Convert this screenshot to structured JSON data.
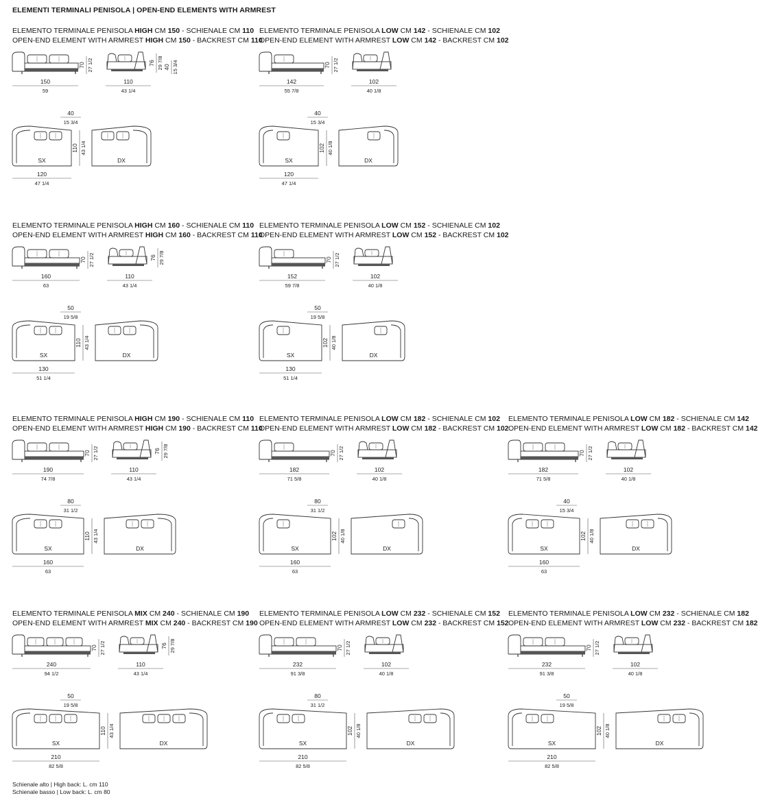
{
  "page_title": "ELEMENTI TERMINALI PENISOLA | OPEN-END ELEMENTS WITH ARMREST",
  "blocks": [
    {
      "it": [
        "ELEMENTO TERMINALE PENISOLA ",
        "HIGH",
        " CM ",
        "150",
        " - SCHIENALE CM ",
        "110"
      ],
      "en": [
        "OPEN-END ELEMENT WITH ARMREST ",
        "HIGH",
        " CM ",
        "150",
        " - BACKREST CM ",
        "110"
      ],
      "style": "high",
      "cushions": 2,
      "front_w": [
        "150",
        "59"
      ],
      "front_h": [
        "70",
        "27 1/2"
      ],
      "side_w": [
        "110",
        "43 1/4"
      ],
      "side_h": [
        "76",
        "29 7/8"
      ],
      "side_h2": [
        "40",
        "15 3/4"
      ],
      "depth_top": [
        "40",
        "15 3/4"
      ],
      "plan_w": [
        "120",
        "47 1/4"
      ],
      "plan_h": [
        "110",
        "43 1/4"
      ],
      "sx": "SX",
      "dx": "DX"
    },
    {
      "it": [
        "ELEMENTO TERMINALE PENISOLA ",
        "LOW",
        " CM ",
        "142",
        " - SCHIENALE CM ",
        "102"
      ],
      "en": [
        "OPEN-END ELEMENT WITH ARMREST ",
        "LOW",
        " CM ",
        "142",
        " - BACKREST CM ",
        "102"
      ],
      "style": "low",
      "cushions": 1,
      "front_w": [
        "142",
        "55 7/8"
      ],
      "front_h": [
        "70",
        "27 1/2"
      ],
      "side_w": [
        "102",
        "40 1/8"
      ],
      "side_h": null,
      "side_h2": null,
      "depth_top": [
        "40",
        "15 3/4"
      ],
      "plan_w": [
        "120",
        "47 1/4"
      ],
      "plan_h": [
        "102",
        "40 1/8"
      ],
      "sx": "SX",
      "dx": "DX"
    },
    {
      "it": [
        "ELEMENTO TERMINALE PENISOLA ",
        "HIGH",
        " CM ",
        "160",
        " - SCHIENALE CM ",
        "110"
      ],
      "en": [
        "OPEN-END ELEMENT WITH ARMREST ",
        "HIGH",
        " CM ",
        "160",
        " - BACKREST CM ",
        "110"
      ],
      "style": "high",
      "cushions": 2,
      "front_w": [
        "160",
        "63"
      ],
      "front_h": [
        "70",
        "27 1/2"
      ],
      "side_w": [
        "110",
        "43 1/4"
      ],
      "side_h": [
        "76",
        "29 7/8"
      ],
      "side_h2": null,
      "depth_top": [
        "50",
        "19 5/8"
      ],
      "plan_w": [
        "130",
        "51 1/4"
      ],
      "plan_h": [
        "110",
        "43 1/4"
      ],
      "sx": "SX",
      "dx": "DX"
    },
    {
      "it": [
        "ELEMENTO TERMINALE PENISOLA ",
        "LOW",
        " CM ",
        "152",
        " - SCHIENALE CM ",
        "102"
      ],
      "en": [
        "OPEN-END ELEMENT WITH ARMREST ",
        "LOW",
        " CM ",
        "152",
        " - BACKREST CM ",
        "102"
      ],
      "style": "low",
      "cushions": 1,
      "front_w": [
        "152",
        "59 7/8"
      ],
      "front_h": [
        "70",
        "27 1/2"
      ],
      "side_w": [
        "102",
        "40 1/8"
      ],
      "side_h": null,
      "side_h2": null,
      "depth_top": [
        "50",
        "19 5/8"
      ],
      "plan_w": [
        "130",
        "51 1/4"
      ],
      "plan_h": [
        "102",
        "40 1/8"
      ],
      "sx": "SX",
      "dx": "DX"
    },
    {
      "it": [
        "ELEMENTO TERMINALE PENISOLA ",
        "HIGH",
        " CM ",
        "190",
        " - SCHIENALE CM ",
        "110"
      ],
      "en": [
        "OPEN-END ELEMENT WITH ARMREST ",
        "HIGH",
        " CM ",
        "190",
        " - BACKREST CM ",
        "110"
      ],
      "style": "high",
      "cushions": 2,
      "front_w": [
        "190",
        "74 7/8"
      ],
      "front_h": [
        "70",
        "27 1/2"
      ],
      "side_w": [
        "110",
        "43 1/4"
      ],
      "side_h": [
        "76",
        "29 7/8"
      ],
      "side_h2": null,
      "depth_top": [
        "80",
        "31 1/2"
      ],
      "plan_w": [
        "160",
        "63"
      ],
      "plan_h": [
        "110",
        "43 1/4"
      ],
      "sx": "SX",
      "dx": "DX"
    },
    {
      "it": [
        "ELEMENTO TERMINALE PENISOLA ",
        "LOW",
        " CM ",
        "182",
        " - SCHIENALE CM ",
        "102"
      ],
      "en": [
        "OPEN-END ELEMENT WITH ARMREST ",
        "LOW",
        " CM ",
        "182",
        " - BACKREST CM ",
        "102"
      ],
      "style": "low",
      "cushions": 1,
      "front_w": [
        "182",
        "71 5/8"
      ],
      "front_h": [
        "70",
        "27 1/2"
      ],
      "side_w": [
        "102",
        "40 1/8"
      ],
      "side_h": null,
      "side_h2": null,
      "depth_top": [
        "80",
        "31 1/2"
      ],
      "plan_w": [
        "160",
        "63"
      ],
      "plan_h": [
        "102",
        "40 1/8"
      ],
      "sx": "SX",
      "dx": "DX"
    },
    {
      "it": [
        "ELEMENTO TERMINALE PENISOLA ",
        "LOW",
        " CM ",
        "182",
        " - SCHIENALE CM ",
        "142"
      ],
      "en": [
        "OPEN-END ELEMENT WITH ARMREST ",
        "LOW",
        " CM ",
        "182",
        " - BACKREST CM ",
        "142"
      ],
      "style": "low",
      "cushions": 2,
      "front_w": [
        "182",
        "71 5/8"
      ],
      "front_h": [
        "70",
        "27 1/2"
      ],
      "side_w": [
        "102",
        "40 1/8"
      ],
      "side_h": null,
      "side_h2": null,
      "depth_top": [
        "40",
        "15 3/4"
      ],
      "plan_w": [
        "160",
        "63"
      ],
      "plan_h": [
        "102",
        "40 1/8"
      ],
      "sx": "SX",
      "dx": "DX"
    },
    {
      "it": [
        "ELEMENTO TERMINALE PENISOLA ",
        "MIX",
        " CM ",
        "240",
        " - SCHIENALE CM ",
        "190"
      ],
      "en": [
        "OPEN-END ELEMENT WITH ARMREST ",
        "MIX",
        " CM ",
        "240",
        " - BACKREST CM ",
        "190"
      ],
      "style": "high",
      "cushions": 3,
      "front_w": [
        "240",
        "94 1/2"
      ],
      "front_h": [
        "70",
        "27 1/2"
      ],
      "side_w": [
        "110",
        "43 1/4"
      ],
      "side_h": [
        "76",
        "29 7/8"
      ],
      "side_h2": null,
      "depth_top": [
        "50",
        "19 5/8"
      ],
      "plan_w": [
        "210",
        "82 5/8"
      ],
      "plan_h": [
        "110",
        "43 1/4"
      ],
      "sx": "SX",
      "dx": "DX"
    },
    {
      "it": [
        "ELEMENTO TERMINALE PENISOLA ",
        "LOW",
        " CM ",
        "232",
        " - SCHIENALE CM ",
        "152"
      ],
      "en": [
        "OPEN-END ELEMENT WITH ARMREST ",
        "LOW",
        " CM ",
        "232",
        " - BACKREST CM ",
        "152"
      ],
      "style": "low",
      "cushions": 2,
      "front_w": [
        "232",
        "91 3/8"
      ],
      "front_h": [
        "70",
        "27 1/2"
      ],
      "side_w": [
        "102",
        "40 1/8"
      ],
      "side_h": null,
      "side_h2": null,
      "depth_top": [
        "80",
        "31 1/2"
      ],
      "plan_w": [
        "210",
        "82 5/8"
      ],
      "plan_h": [
        "102",
        "40 1/8"
      ],
      "sx": "SX",
      "dx": "DX"
    },
    {
      "it": [
        "ELEMENTO TERMINALE PENISOLA ",
        "LOW",
        " CM ",
        "232",
        " - SCHIENALE CM ",
        "182"
      ],
      "en": [
        "OPEN-END ELEMENT WITH ARMREST ",
        "LOW",
        " CM ",
        "232",
        " - BACKREST CM ",
        "182"
      ],
      "style": "low",
      "cushions": 2,
      "front_w": [
        "232",
        "91 3/8"
      ],
      "front_h": [
        "70",
        "27 1/2"
      ],
      "side_w": [
        "102",
        "40 1/8"
      ],
      "side_h": null,
      "side_h2": null,
      "depth_top": [
        "50",
        "19 5/8"
      ],
      "plan_w": [
        "210",
        "82 5/8"
      ],
      "plan_h": [
        "102",
        "40 1/8"
      ],
      "sx": "SX",
      "dx": "DX"
    }
  ],
  "footer": {
    "line1": "Schienale alto | High back: L. cm 110",
    "line2": "Schienale basso | Low back: L. cm 80"
  }
}
